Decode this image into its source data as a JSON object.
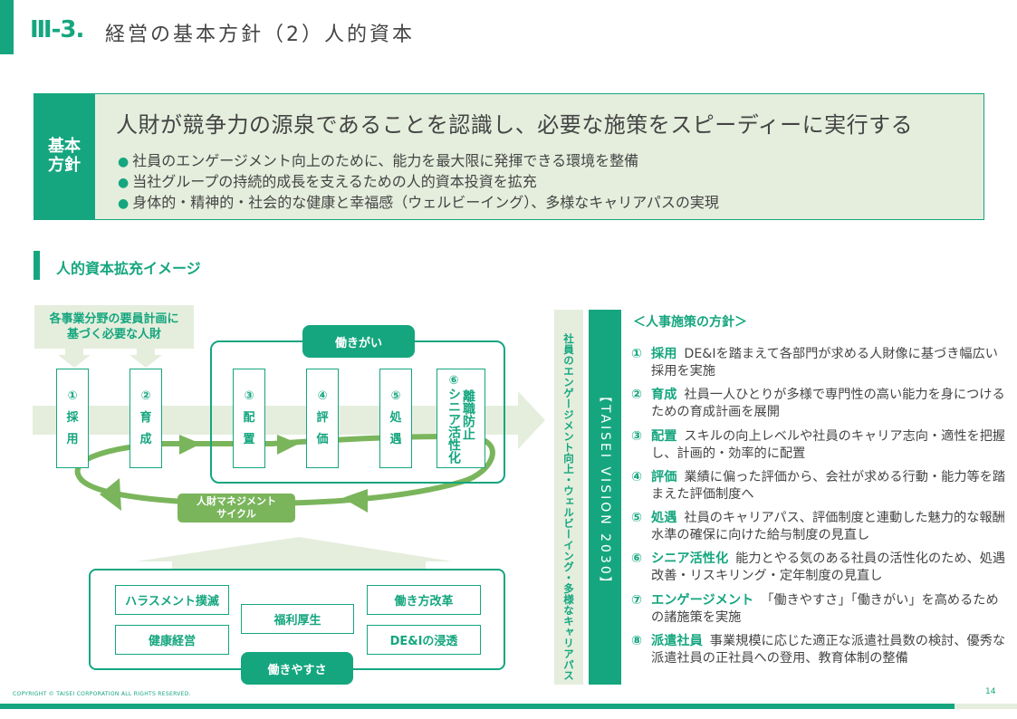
{
  "header": {
    "section_number": "Ⅲ-3.",
    "title": "経営の基本方針（2）人的資本"
  },
  "policy": {
    "label_line1": "基本",
    "label_line2": "方針",
    "headline": "人財が競争力の源泉であることを認識し、必要な施策をスピーディーに実行する",
    "bullets": [
      "社員のエンゲージメント向上のために、能力を最大限に発揮できる環境を整備",
      "当社グループの持続的成長を支えるための人的資本投資を拡充",
      "身体的・精神的・社会的な健康と幸福感（ウェルビーイング）、多様なキャリアパスの実現"
    ]
  },
  "section": {
    "title": "人的資本拡充イメージ"
  },
  "diagram": {
    "need_box_line1": "各事業分野の要員計画に",
    "need_box_line2": "基づく必要な人財",
    "stages": [
      {
        "num": "①",
        "c1": "採",
        "c2": "用"
      },
      {
        "num": "②",
        "c1": "育",
        "c2": "成"
      },
      {
        "num": "③",
        "c1": "配",
        "c2": "置"
      },
      {
        "num": "④",
        "c1": "評",
        "c2": "価"
      },
      {
        "num": "⑤",
        "c1": "処",
        "c2": "遇"
      }
    ],
    "stage6": {
      "num": "⑥",
      "col1": "シニア活性化",
      "col2": "離職防止"
    },
    "ikigai_label": "働きがい",
    "cycle_label_line1": "人財マネジメント",
    "cycle_label_line2": "サイクル",
    "yasusa_items": [
      "ハラスメント撲滅",
      "健康経営",
      "福利厚生",
      "働き方改革",
      "DE&Iの浸透"
    ],
    "yasusa_label": "働きやすさ",
    "colors": {
      "primary": "#15a67f",
      "light": "#e5eedd",
      "cycle": "#7ab55c"
    }
  },
  "bands": {
    "light_text": "社員のエンゲージメント向上・ウェルビーイング・多様なキャリアパス",
    "dark_text": "【TAISEI VISION 2030】"
  },
  "measures": {
    "heading": "＜人事施策の方針＞",
    "items": [
      {
        "num": "①",
        "key": "採用",
        "text": "DE&Iを踏まえて各部門が求める人財像に基づき幅広い採用を実施"
      },
      {
        "num": "②",
        "key": "育成",
        "text": "社員一人ひとりが多様で専門性の高い能力を身につけるための育成計画を展開"
      },
      {
        "num": "③",
        "key": "配置",
        "text": "スキルの向上レベルや社員のキャリア志向・適性を把握し、計画的・効率的に配置"
      },
      {
        "num": "④",
        "key": "評価",
        "text": "業績に偏った評価から、会社が求める行動・能力等を踏まえた評価制度へ"
      },
      {
        "num": "⑤",
        "key": "処遇",
        "text": "社員のキャリアパス、評価制度と連動した魅力的な報酬水準の確保に向けた給与制度の見直し"
      },
      {
        "num": "⑥",
        "key": "シニア活性化",
        "text": "能力とやる気のある社員の活性化のため、処遇改善・リスキリング・定年制度の見直し"
      },
      {
        "num": "⑦",
        "key": "エンゲージメント",
        "text": "「働きやすさ」「働きがい」を高めるための諸施策を実施"
      },
      {
        "num": "⑧",
        "key": "派遣社員",
        "text": "事業規模に応じた適正な派遣社員数の検討、優秀な派遣社員の正社員への登用、教育体制の整備"
      }
    ]
  },
  "footer": {
    "copyright": "COPYRIGHT © TAISEI CORPORATION ALL RIGHTS RESERVED.",
    "page_number": "14"
  }
}
